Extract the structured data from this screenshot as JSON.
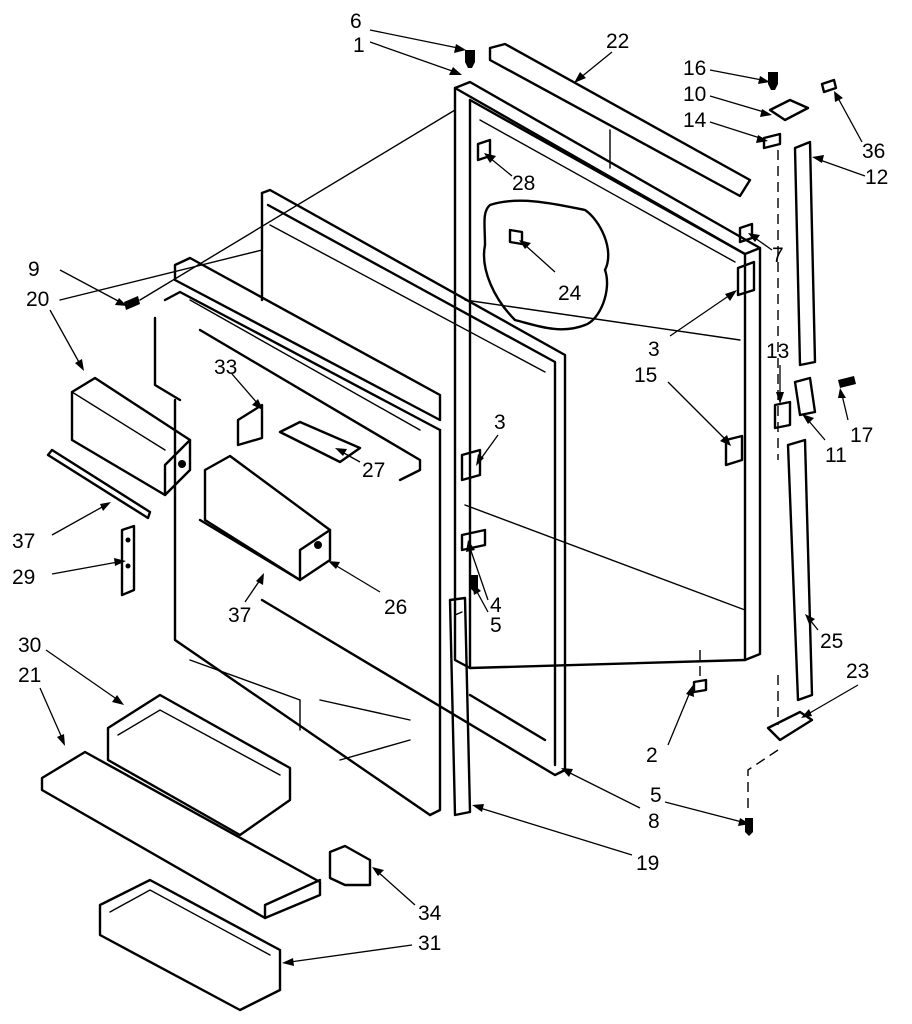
{
  "callouts": {
    "c1": "1",
    "c2": "2",
    "c3a": "3",
    "c3b": "3",
    "c4": "4",
    "c5a": "5",
    "c5b": "5",
    "c6": "6",
    "c7": "7",
    "c8": "8",
    "c9": "9",
    "c10": "10",
    "c11": "11",
    "c12": "12",
    "c13": "13",
    "c14": "14",
    "c15": "15",
    "c16": "16",
    "c17": "17",
    "c19": "19",
    "c20": "20",
    "c21": "21",
    "c22": "22",
    "c23": "23",
    "c24": "24",
    "c25": "25",
    "c26": "26",
    "c27": "27",
    "c28": "28",
    "c29": "29",
    "c30": "30",
    "c31": "31",
    "c33": "33",
    "c34": "34",
    "c36": "36",
    "c37a": "37",
    "c37b": "37"
  }
}
